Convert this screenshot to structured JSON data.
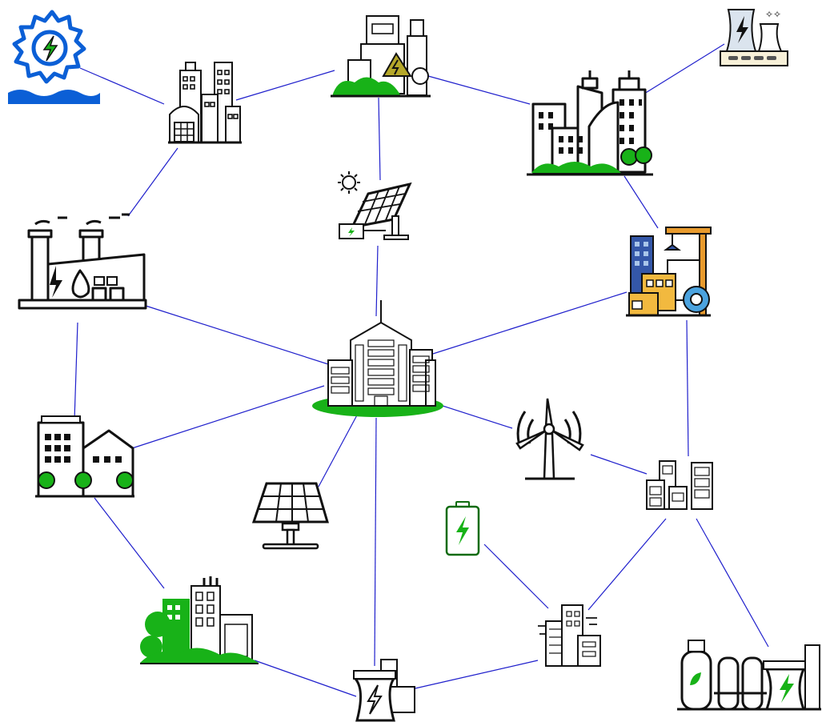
{
  "diagram": {
    "nodes": [
      {
        "id": "hydro-power",
        "icon": "hydro-power-gear-icon"
      },
      {
        "id": "city-buildings-nw",
        "icon": "city-buildings-icon"
      },
      {
        "id": "industrial-plant-top",
        "icon": "industrial-plant-icon"
      },
      {
        "id": "nuclear-plant-small",
        "icon": "nuclear-power-plant-icon"
      },
      {
        "id": "factory",
        "icon": "factory-energy-water-icon"
      },
      {
        "id": "solar-panel-battery",
        "icon": "solar-panel-battery-icon"
      },
      {
        "id": "city-skyline-ne",
        "icon": "green-city-skyline-icon"
      },
      {
        "id": "construction-site",
        "icon": "construction-buildings-icon"
      },
      {
        "id": "central-city",
        "icon": "central-city-icon"
      },
      {
        "id": "residential",
        "icon": "residential-buildings-icon"
      },
      {
        "id": "wind-turbine",
        "icon": "wind-turbine-icon"
      },
      {
        "id": "apartments",
        "icon": "apartment-buildings-icon"
      },
      {
        "id": "solar-panel",
        "icon": "solar-panel-icon"
      },
      {
        "id": "battery",
        "icon": "battery-charging-icon"
      },
      {
        "id": "green-city",
        "icon": "eco-city-icon"
      },
      {
        "id": "office-buildings",
        "icon": "office-buildings-icon"
      },
      {
        "id": "power-plant-bottom",
        "icon": "power-plant-cooling-tower-icon"
      },
      {
        "id": "bio-power-plant",
        "icon": "bio-energy-plant-icon"
      }
    ],
    "edges": [
      [
        "hydro-power",
        "city-buildings-nw"
      ],
      [
        "city-buildings-nw",
        "industrial-plant-top"
      ],
      [
        "city-buildings-nw",
        "factory"
      ],
      [
        "industrial-plant-top",
        "city-skyline-ne"
      ],
      [
        "industrial-plant-top",
        "solar-panel-battery"
      ],
      [
        "nuclear-plant-small",
        "city-skyline-ne"
      ],
      [
        "city-skyline-ne",
        "construction-site"
      ],
      [
        "solar-panel-battery",
        "central-city"
      ],
      [
        "factory",
        "central-city"
      ],
      [
        "factory",
        "residential"
      ],
      [
        "construction-site",
        "central-city"
      ],
      [
        "construction-site",
        "apartments"
      ],
      [
        "central-city",
        "residential"
      ],
      [
        "central-city",
        "solar-panel"
      ],
      [
        "central-city",
        "wind-turbine"
      ],
      [
        "central-city",
        "power-plant-bottom"
      ],
      [
        "wind-turbine",
        "apartments"
      ],
      [
        "apartments",
        "office-buildings"
      ],
      [
        "apartments",
        "bio-power-plant"
      ],
      [
        "residential",
        "green-city"
      ],
      [
        "green-city",
        "power-plant-bottom"
      ],
      [
        "battery",
        "office-buildings"
      ],
      [
        "office-buildings",
        "power-plant-bottom"
      ]
    ],
    "colors": {
      "edge": "#1f1fcc",
      "accent_green": "#18b218",
      "accent_blue": "#0b5fd6",
      "outline": "#111111"
    }
  }
}
